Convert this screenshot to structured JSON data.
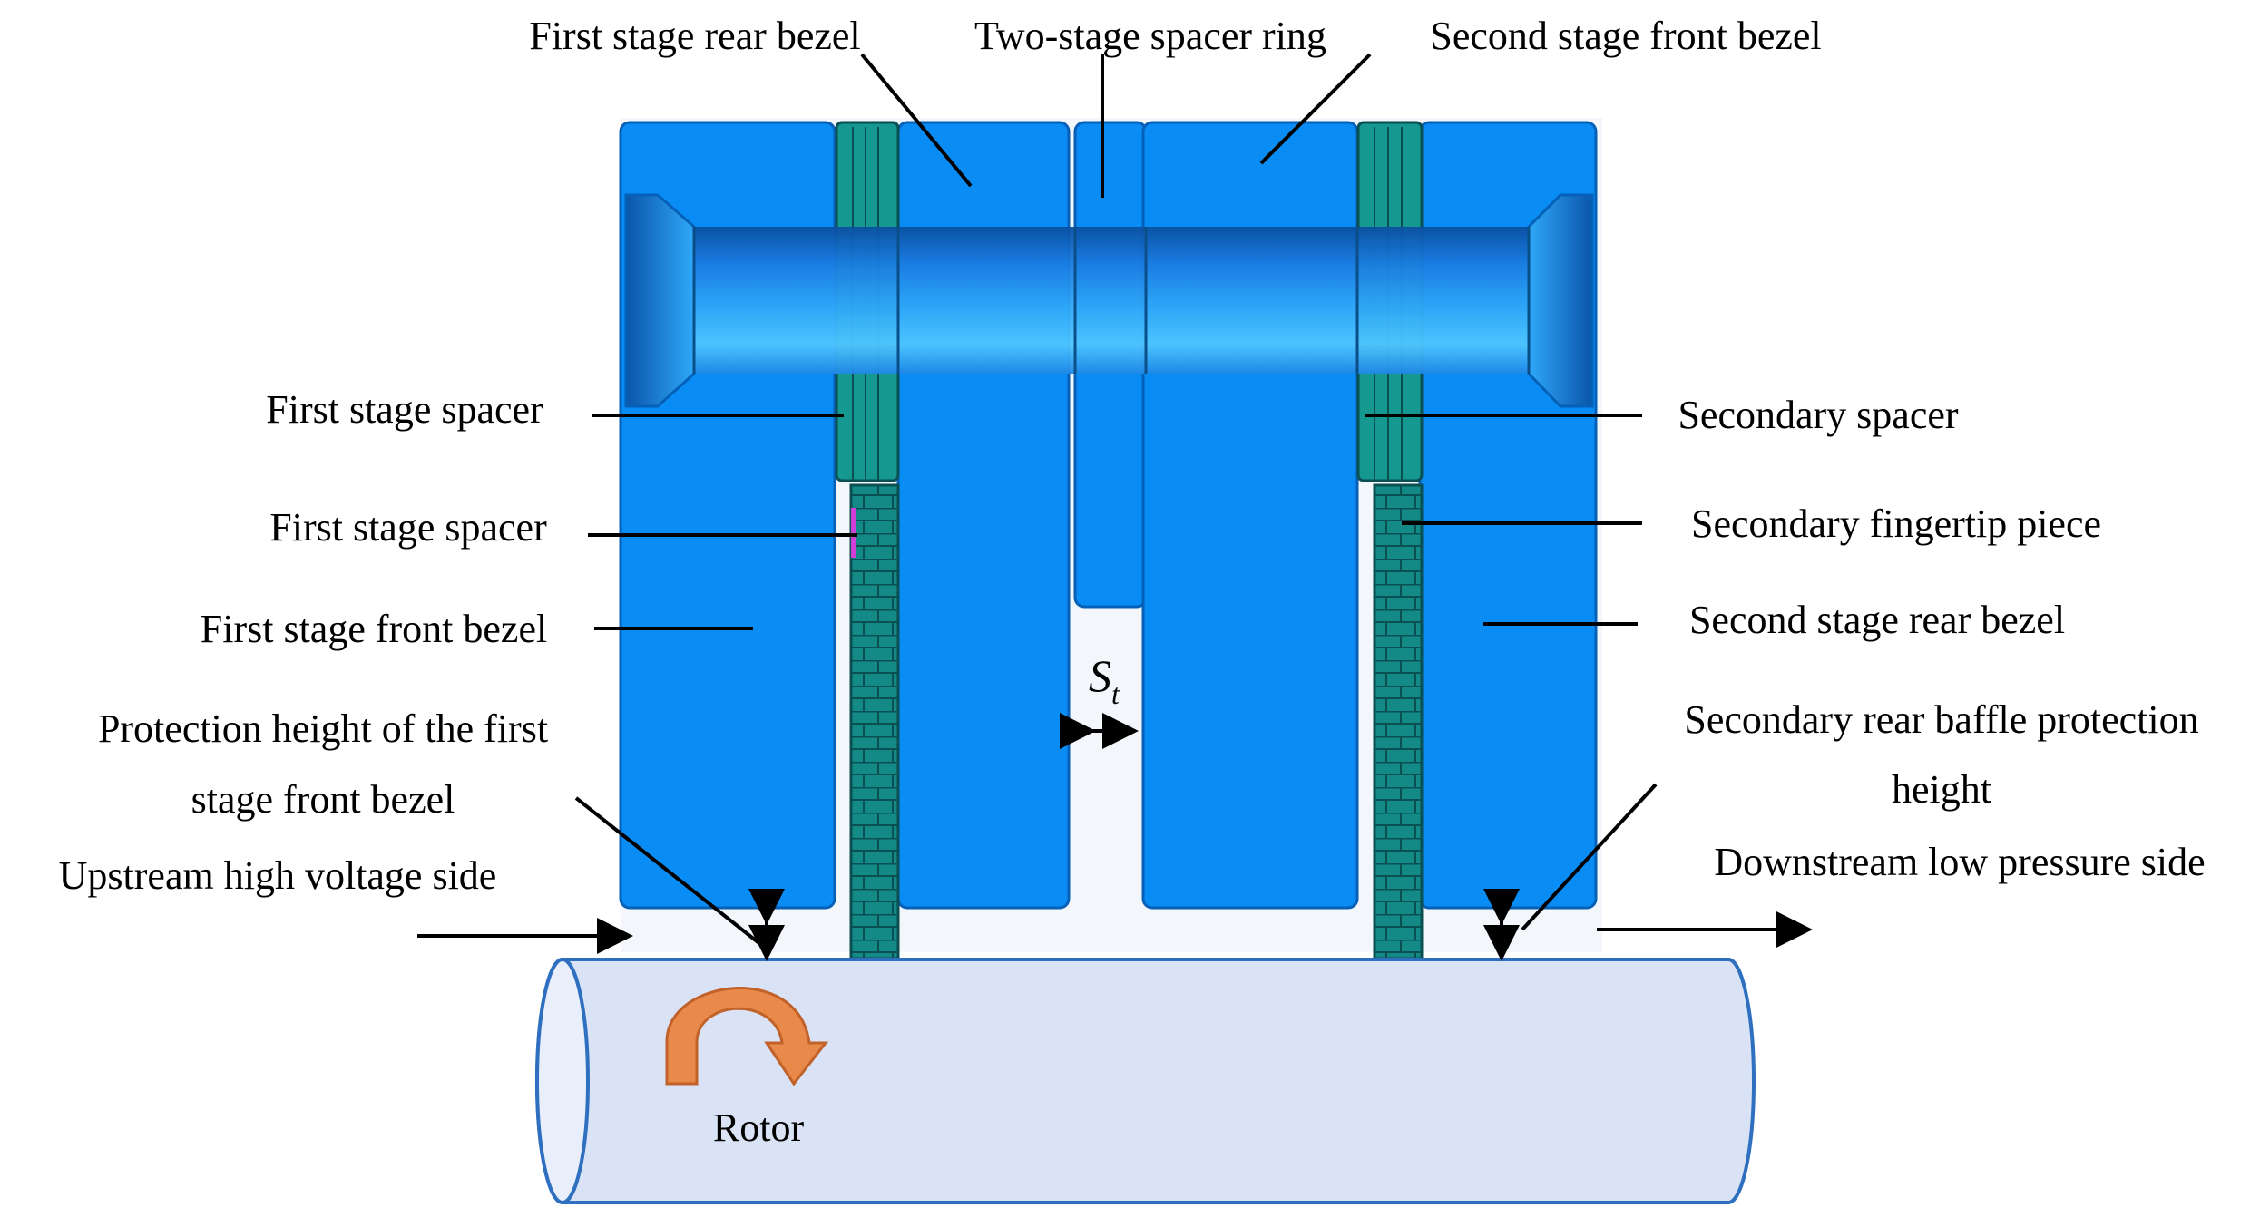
{
  "labels": {
    "first_stage_rear_bezel": "First stage rear bezel",
    "two_stage_spacer_ring": "Two-stage spacer ring",
    "second_stage_front_bezel": "Second stage front bezel",
    "first_stage_spacer_1": "First stage spacer",
    "first_stage_spacer_2": "First stage spacer",
    "first_stage_front_bezel": "First stage front bezel",
    "protection_height_line1": "Protection height of the first",
    "protection_height_line2": "stage front bezel",
    "upstream": "Upstream high voltage side",
    "secondary_spacer": "Secondary spacer",
    "secondary_fingertip_piece": "Secondary fingertip piece",
    "second_stage_rear_bezel": "Second stage rear bezel",
    "secondary_rear_baffle_line1": "Secondary rear baffle protection",
    "secondary_rear_baffle_line2": "height",
    "downstream": "Downstream low pressure side",
    "rotor": "Rotor",
    "gap_symbol": "S",
    "gap_subscript": "t"
  },
  "colors": {
    "bezel_blue": "#0a8cf5",
    "bezel_edge": "#0560b8",
    "shaft_light": "#4fc6ff",
    "shaft_dark": "#0a4fa0",
    "fingertip_teal": "#138a86",
    "fingertip_edge": "#0a4f52",
    "rotor_fill": "#dae3f5",
    "rotor_stroke": "#2f6fbf",
    "rotation_arrow": "#e9894a",
    "marker": "#d040d8"
  }
}
